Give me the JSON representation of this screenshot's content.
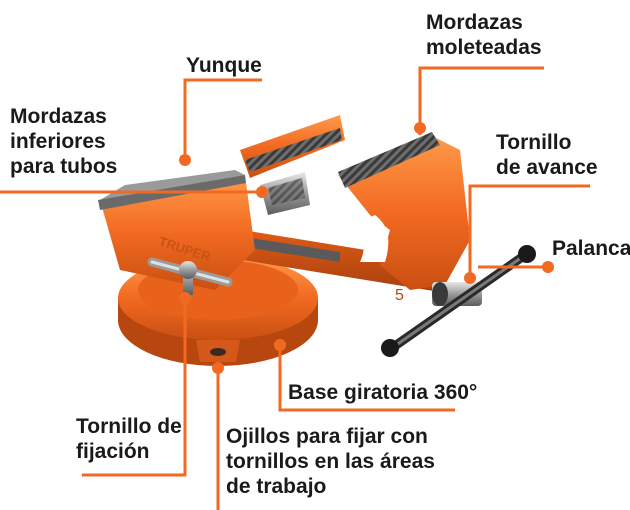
{
  "accent_color": "#f26a21",
  "product": {
    "name": "bench vise with swivel base",
    "brand_mark": "TRUPER",
    "size_mark": "5"
  },
  "labels": {
    "mordazas_moleteadas": "Mordazas\nmoleteadas",
    "yunque": "Yunque",
    "mordazas_inferiores": "Mordazas\ninferiores\npara tubos",
    "tornillo_avance": "Tornillo\nde avance",
    "palanca": "Palanca",
    "base_giratoria": "Base giratoria 360°",
    "tornillo_fijacion": "Tornillo de\nfijación",
    "ojillos": "Ojillos para fijar con\ntornillos en las áreas\nde trabajo"
  }
}
